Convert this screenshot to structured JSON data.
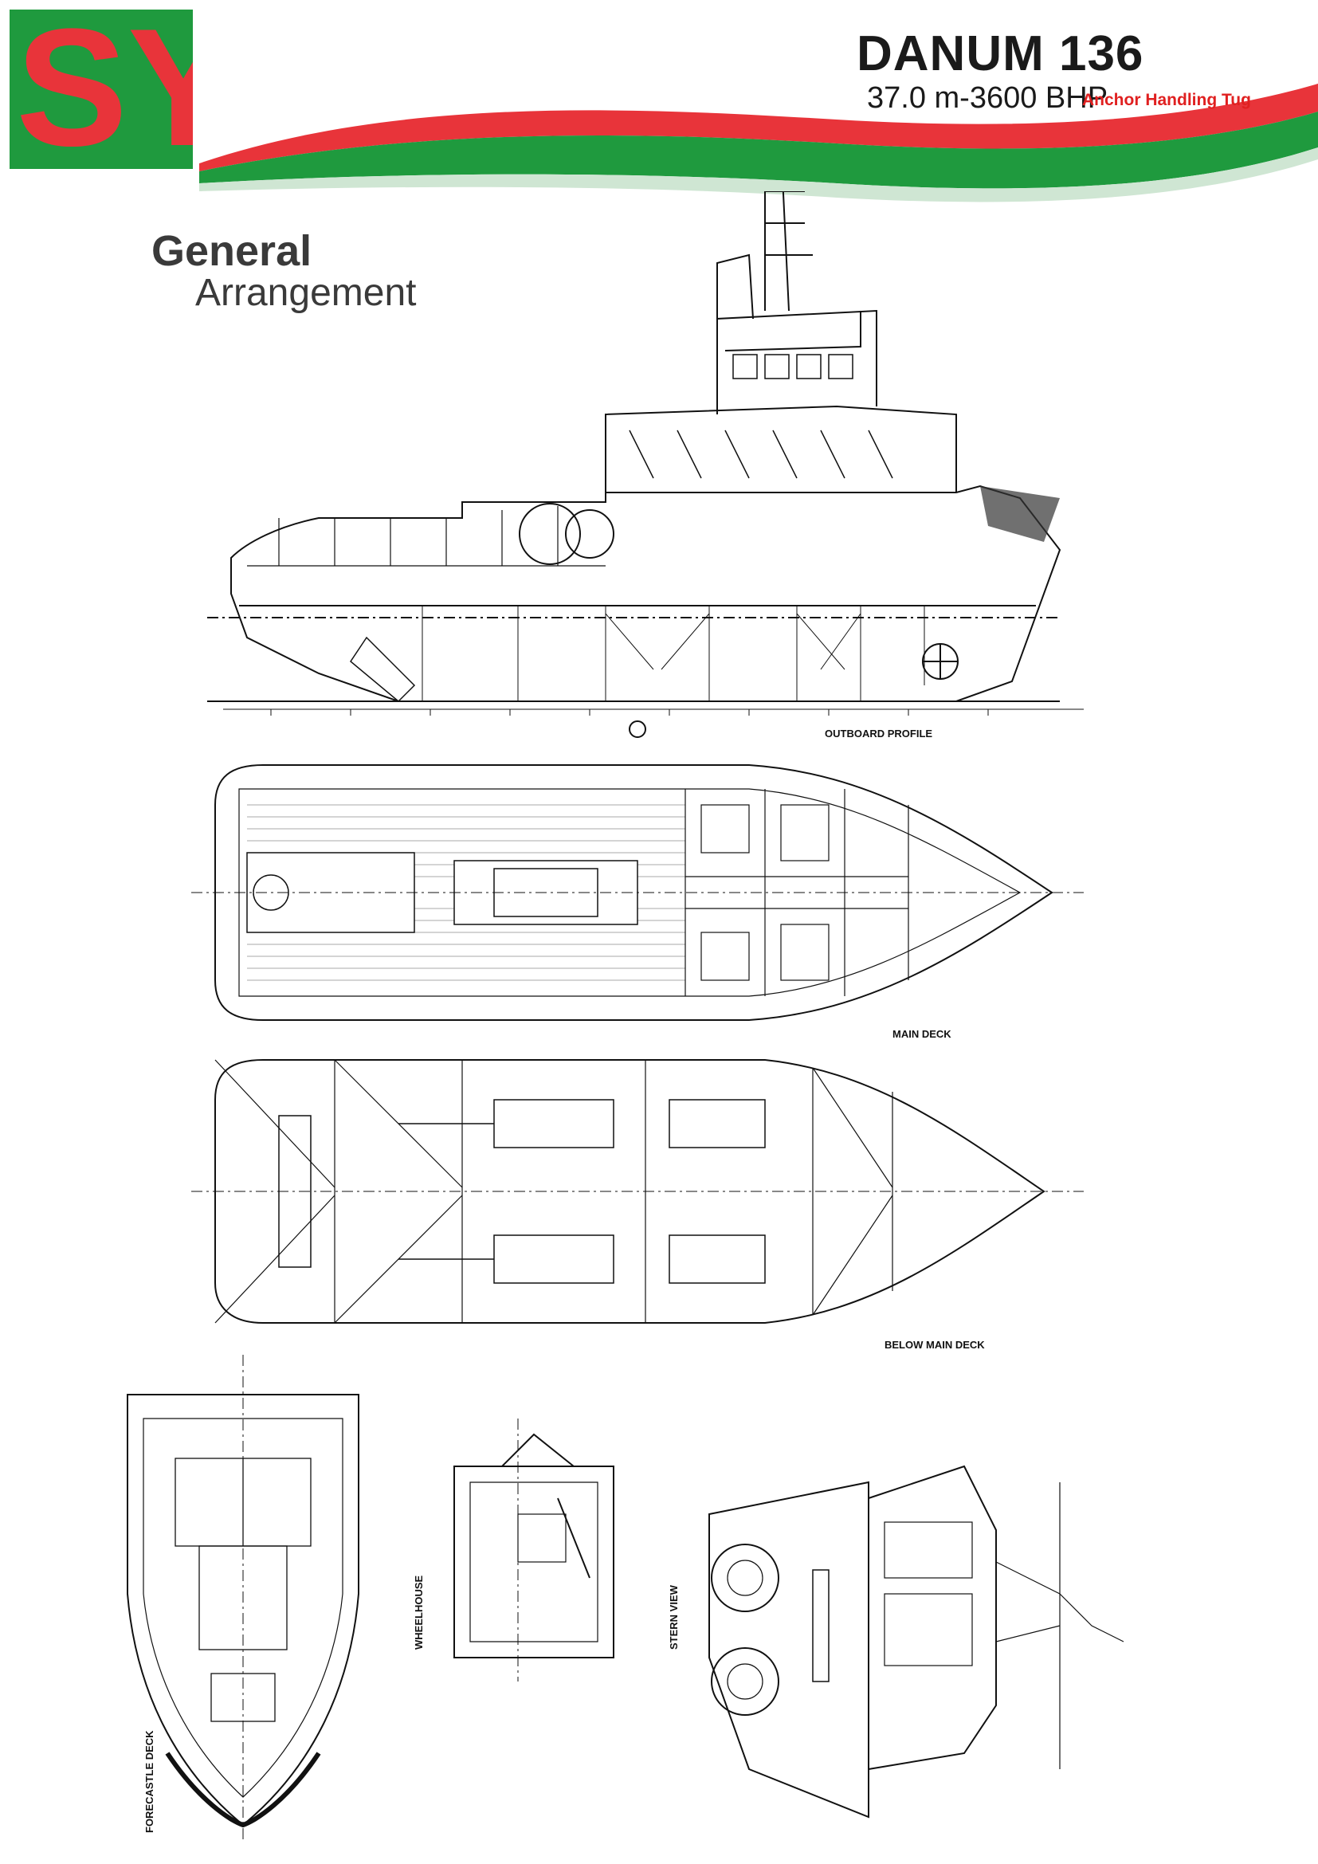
{
  "header": {
    "logo_letters": "SY",
    "title": "DANUM 136",
    "subtitle": "37.0 m-3600 BHP",
    "vessel_type": "Anchor Handling Tug",
    "brand_colors": {
      "red": "#e8343a",
      "green": "#1f9a3e"
    }
  },
  "section_title": {
    "line1": "General",
    "line2": "Arrangement"
  },
  "drawings": {
    "outboard_profile": "OUTBOARD PROFILE",
    "main_deck": "MAIN DECK",
    "below_main_deck": "BELOW MAIN DECK",
    "forecastle_deck": "FORECASTLE DECK",
    "wheelhouse": "WHEELHOUSE",
    "stern_view": "STERN VIEW"
  }
}
